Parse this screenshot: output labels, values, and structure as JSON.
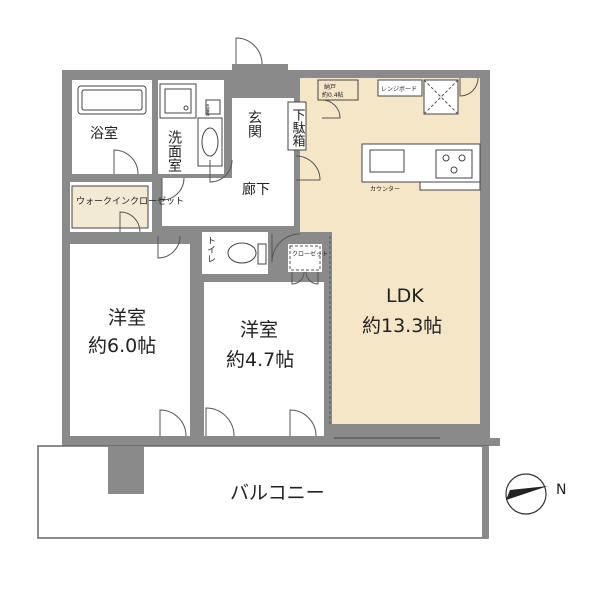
{
  "rooms": {
    "bath": "浴室",
    "washroom": "洗面室",
    "entrance": "玄関",
    "shoe_box": "下駄箱",
    "hall": "廊下",
    "walk_in_closet": "ウォークインクローゼット",
    "toilet": "トイレ",
    "closet": "クローゼット",
    "western_room_1": "洋室",
    "western_room_1_size": "約6.0帖",
    "western_room_2": "洋室",
    "western_room_2_size": "約4.7帖",
    "ldk": "LDK",
    "ldk_size": "約13.3帖",
    "storage": "納戸",
    "storage_size": "約0.4帖",
    "range_hood": "レンジボード",
    "counter": "カウンター",
    "balcony": "バルコニー",
    "washer": "洗濯機",
    "north": "N"
  },
  "colors": {
    "wall": "#8a8a8a",
    "ldk_floor": "#f6e6c8"
  }
}
